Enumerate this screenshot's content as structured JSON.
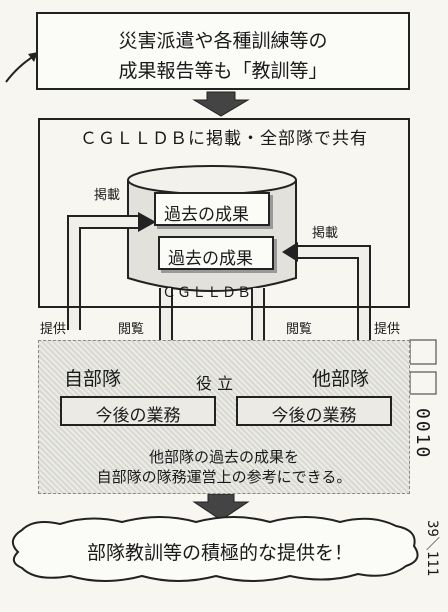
{
  "top_box": {
    "line1": "災害派遣や各種訓練等の",
    "line2": "成果報告等も「教訓等」"
  },
  "db_panel": {
    "title": "ＣＧＬＬＤＢに掲載・全部隊で共有",
    "db_label": "ＣＧＬＬＤＢ",
    "card1": "過去の成果",
    "card2": "過去の成果",
    "post_left": "掲載",
    "post_right": "掲載"
  },
  "flows": {
    "provide_left": "提供",
    "browse_left": "閲覧",
    "browse_right": "閲覧",
    "provide_right": "提供"
  },
  "units": {
    "own": "自部隊",
    "other": "他部隊",
    "task_left": "今後の業務",
    "task_right": "今後の業務",
    "benefit": "役 立",
    "caption1": "他部隊の過去の成果を",
    "caption2": "自部隊の隊務運営上の参考にできる。"
  },
  "bottom_banner": "部隊教訓等の積極的な提供を！",
  "margin": {
    "stamp": "0010",
    "page": "39／111"
  }
}
